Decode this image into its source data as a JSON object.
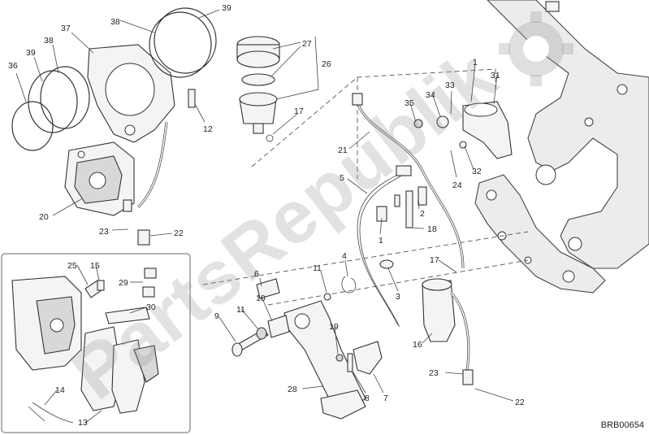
{
  "drawing_code": "BRB00654",
  "watermark": "PartsRepublik",
  "callouts": [
    {
      "id": "c36",
      "label": "36"
    },
    {
      "id": "c39a",
      "label": "39"
    },
    {
      "id": "c38a",
      "label": "38"
    },
    {
      "id": "c37",
      "label": "37"
    },
    {
      "id": "c38b",
      "label": "38"
    },
    {
      "id": "c39b",
      "label": "39"
    },
    {
      "id": "c27",
      "label": "27"
    },
    {
      "id": "c26",
      "label": "26"
    },
    {
      "id": "c12",
      "label": "12"
    },
    {
      "id": "c17a",
      "label": "17"
    },
    {
      "id": "c20",
      "label": "20"
    },
    {
      "id": "c23a",
      "label": "23"
    },
    {
      "id": "c22a",
      "label": "22"
    },
    {
      "id": "c21",
      "label": "21"
    },
    {
      "id": "c35",
      "label": "35"
    },
    {
      "id": "c34",
      "label": "34"
    },
    {
      "id": "c33",
      "label": "33"
    },
    {
      "id": "c1a",
      "label": "1"
    },
    {
      "id": "c31",
      "label": "31"
    },
    {
      "id": "c32",
      "label": "32"
    },
    {
      "id": "c24",
      "label": "24"
    },
    {
      "id": "c5",
      "label": "5"
    },
    {
      "id": "c2",
      "label": "2"
    },
    {
      "id": "c1b",
      "label": "1"
    },
    {
      "id": "c18",
      "label": "18"
    },
    {
      "id": "c25",
      "label": "25"
    },
    {
      "id": "c15",
      "label": "15"
    },
    {
      "id": "c29",
      "label": "29"
    },
    {
      "id": "c30",
      "label": "30"
    },
    {
      "id": "c14",
      "label": "14"
    },
    {
      "id": "c13",
      "label": "13"
    },
    {
      "id": "c6",
      "label": "6"
    },
    {
      "id": "c11a",
      "label": "11"
    },
    {
      "id": "c4",
      "label": "4"
    },
    {
      "id": "c3",
      "label": "3"
    },
    {
      "id": "c17b",
      "label": "17"
    },
    {
      "id": "c10",
      "label": "10"
    },
    {
      "id": "c9",
      "label": "9"
    },
    {
      "id": "c11b",
      "label": "11"
    },
    {
      "id": "c19",
      "label": "19"
    },
    {
      "id": "c16",
      "label": "16"
    },
    {
      "id": "c23b",
      "label": "23"
    },
    {
      "id": "c22b",
      "label": "22"
    },
    {
      "id": "c28",
      "label": "28"
    },
    {
      "id": "c8",
      "label": "8"
    },
    {
      "id": "c7",
      "label": "7"
    }
  ]
}
